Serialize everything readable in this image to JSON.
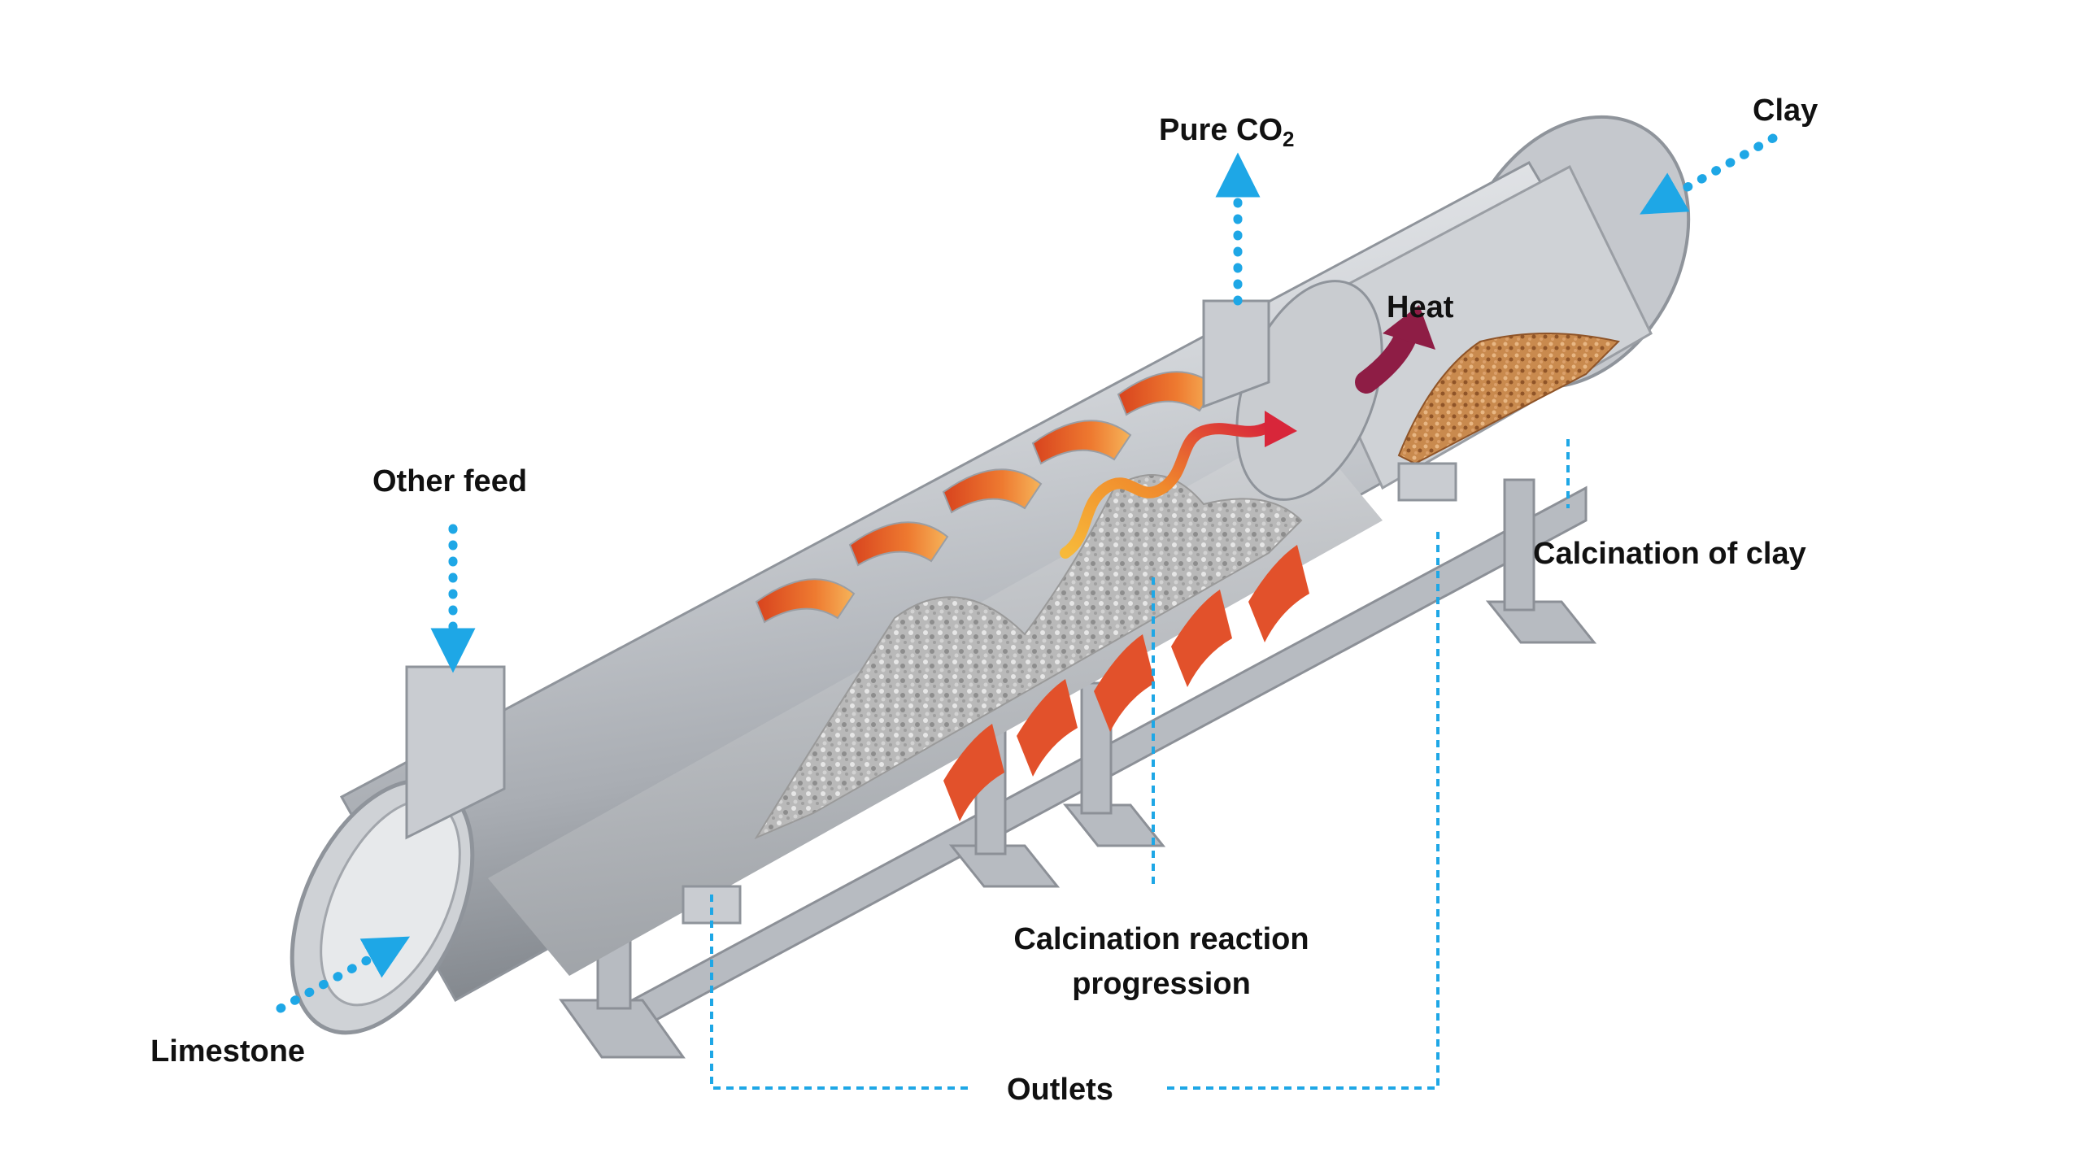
{
  "labels": {
    "pure_co2_main": "Pure CO",
    "pure_co2_sub": "2",
    "clay": "Clay",
    "heat": "Heat",
    "other_feed": "Other feed",
    "calcination_of_clay": "Calcination of clay",
    "calcination_reaction_line1": "Calcination reaction",
    "calcination_reaction_line2": "progression",
    "limestone": "Limestone",
    "outlets": "Outlets"
  },
  "colors": {
    "flow_arrow": "#1ea7e6",
    "heating_band": "#e2512b",
    "heating_band_glow": "#f29b3a",
    "heat_arrow": "#8e1d45",
    "heat_wave": "#e23a3a",
    "shell": "#c9ccd1",
    "shell_dark": "#8f949b",
    "clay_material": "#c98a4e",
    "limestone_material": "#bdbdbd"
  }
}
